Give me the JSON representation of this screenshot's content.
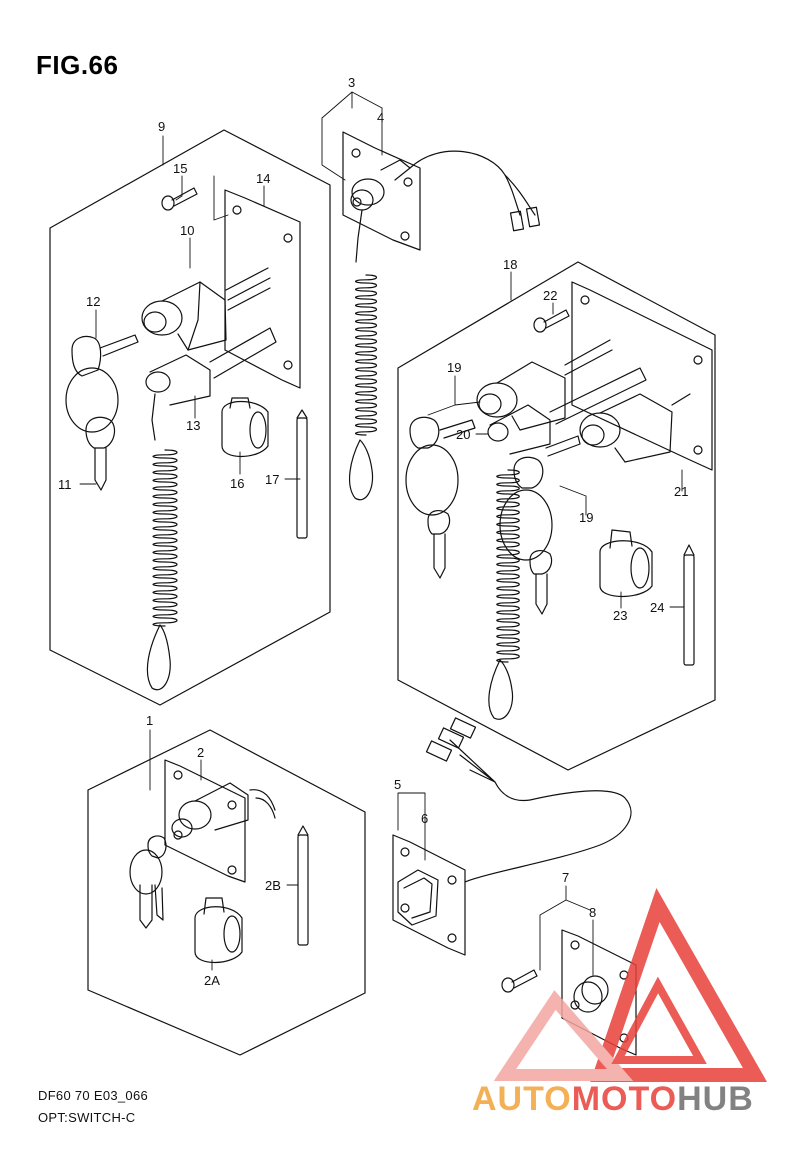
{
  "figure": {
    "title": "FIG.66"
  },
  "footer": {
    "model_code": "DF60 70 E03_066",
    "subtitle": "OPT:SWITCH-C"
  },
  "callouts": {
    "p1": "1",
    "p2": "2",
    "p2a": "2A",
    "p2b": "2B",
    "p3": "3",
    "p4": "4",
    "p5": "5",
    "p6": "6",
    "p7": "7",
    "p8": "8",
    "p9": "9",
    "p10": "10",
    "p11": "11",
    "p12": "12",
    "p13": "13",
    "p14": "14",
    "p15": "15",
    "p16": "16",
    "p17": "17",
    "p18": "18",
    "p19a": "19",
    "p19b": "19",
    "p20": "20",
    "p21": "21",
    "p22": "22",
    "p23": "23",
    "p24": "24"
  },
  "watermark": {
    "text": "AUTOMOTOHUB",
    "colors": {
      "red": "#e8403a",
      "pink": "#f3a6a0",
      "orange": "#f2a33a",
      "gray": "#6d6d6d"
    }
  }
}
